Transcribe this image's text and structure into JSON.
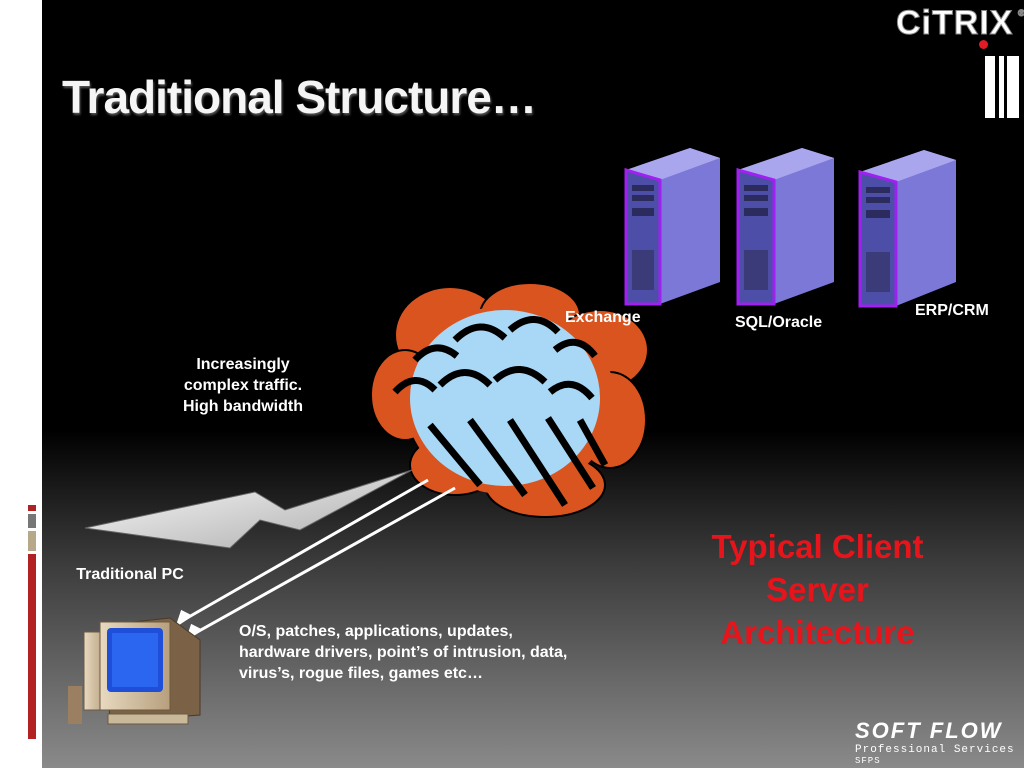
{
  "slide": {
    "title": "Traditional Structure…",
    "logo": "CiTRIX",
    "logo_mark": "®",
    "servers": [
      {
        "label": "Exchange",
        "icon": "server-icon"
      },
      {
        "label": "SQL/Oracle",
        "icon": "server-icon"
      },
      {
        "label": "ERP/CRM",
        "icon": "server-icon"
      }
    ],
    "traffic_text": "Increasingly complex traffic. High bandwidth",
    "pc_label": "Traditional PC",
    "pc_description": "O/S, patches, applications, updates, hardware drivers, point’s of intrusion, data, virus’s, rogue files, games etc…",
    "highlight_text": "Typical Client Server Architecture",
    "footer": {
      "brand": "SOFT FLOW",
      "subtitle": "Professional Services",
      "abbreviation": "SFPS"
    }
  },
  "colors": {
    "background": "#000000",
    "title": "#f5f5f5",
    "highlight": "#e8141b",
    "server_accent": "#8a2be2",
    "cloud_outer": "#d9541e",
    "cloud_inner": "#a8d8f5",
    "side_bar_red": "#b22222"
  },
  "icons": [
    "server-icon",
    "cloud-icon",
    "lightning-icon",
    "computer-icon",
    "arrow-icon"
  ]
}
